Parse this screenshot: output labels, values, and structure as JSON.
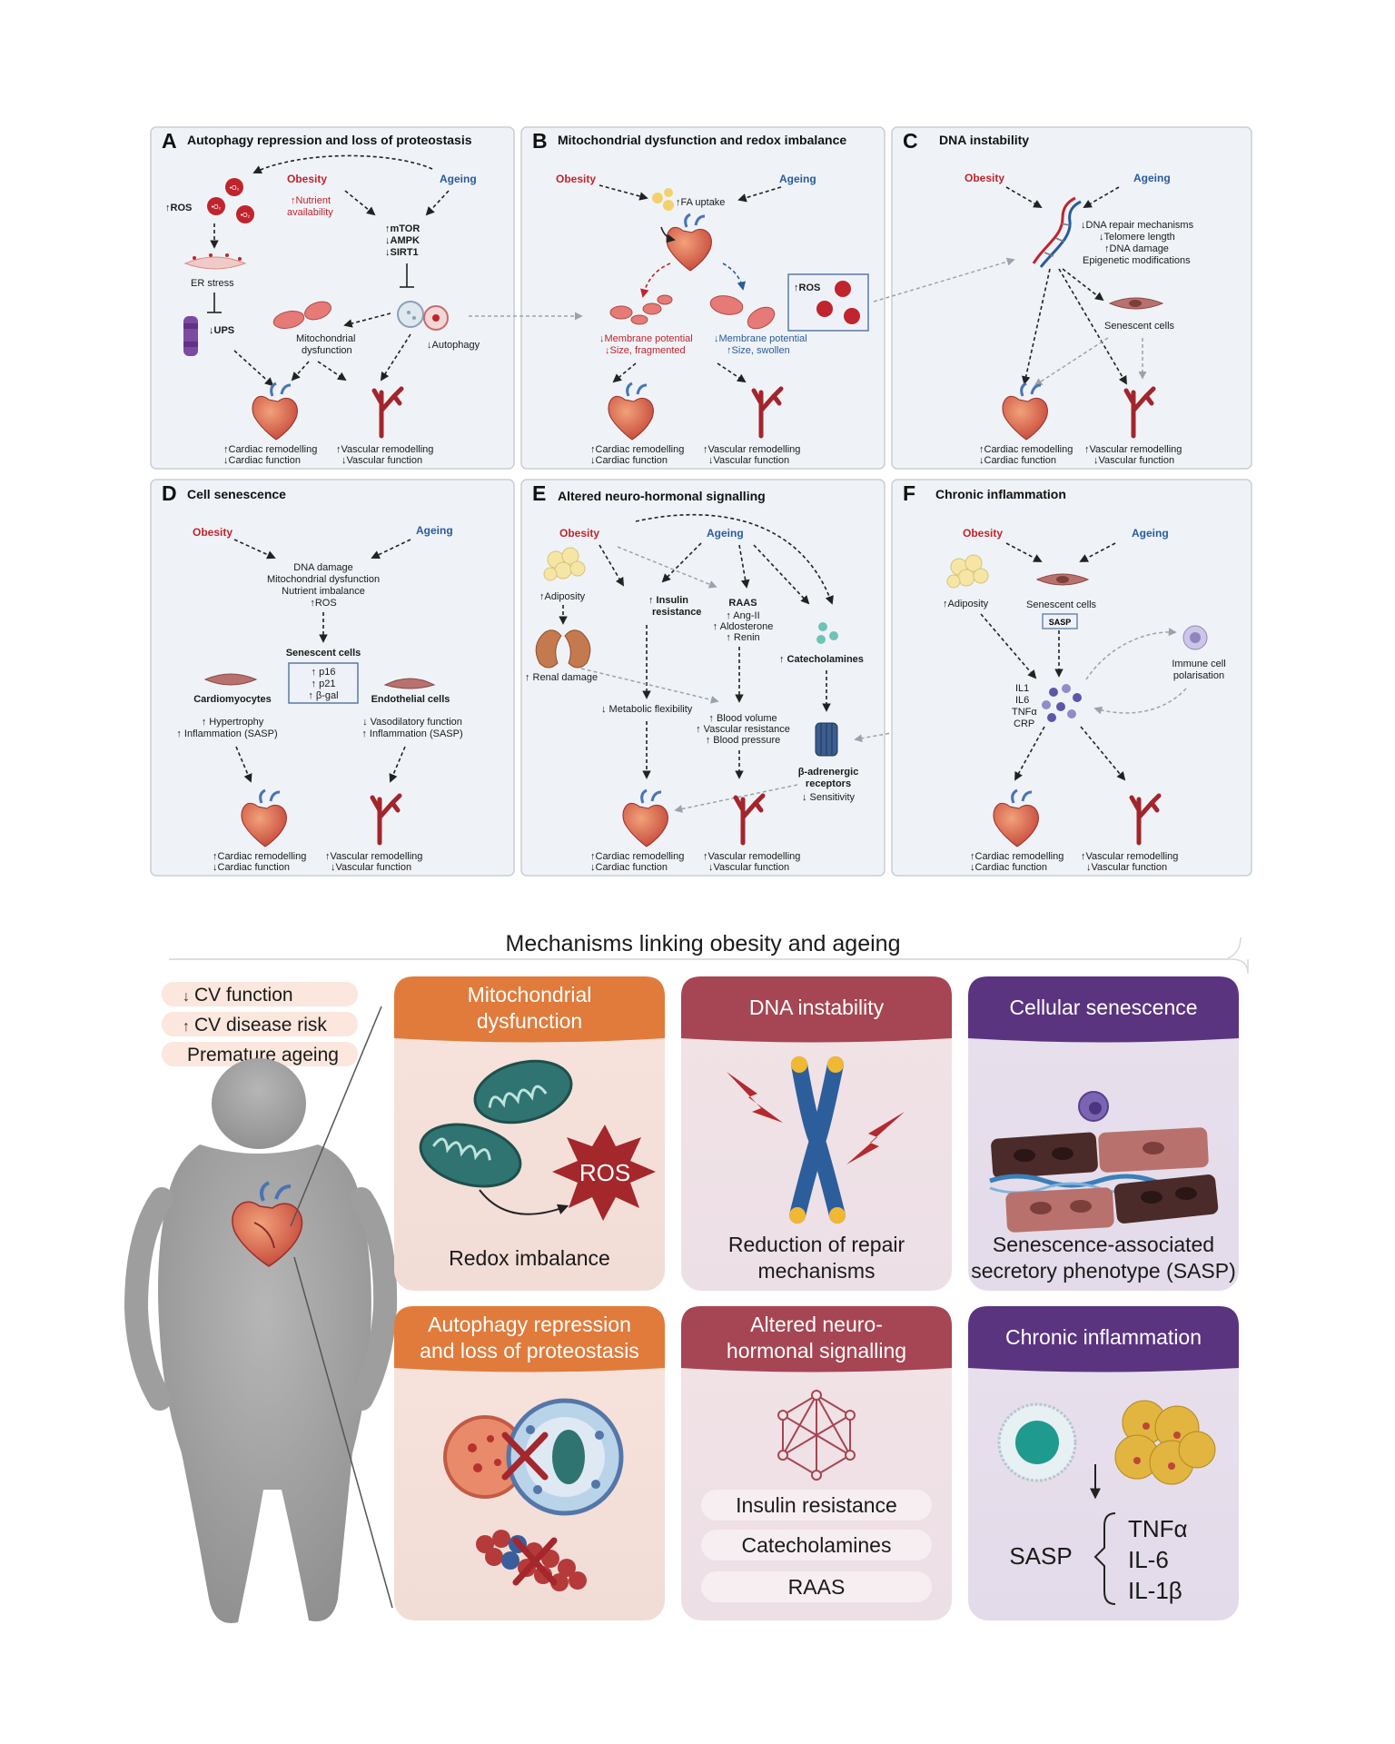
{
  "panels": {
    "A": {
      "letter": "A",
      "title": "Autophagy repression and loss of proteostasis",
      "obesity": "Obesity",
      "ageing": "Ageing",
      "ros": "↑ROS",
      "nutrient1": "↑Nutrient",
      "nutrient2": "availability",
      "mtor": "↑mTOR",
      "ampk": "↓AMPK",
      "sirt1": "↓SIRT1",
      "er_stress": "ER stress",
      "ups": "↓UPS",
      "mito1": "Mitochondrial",
      "mito2": "dysfunction",
      "autophagy": "↓Autophagy",
      "cardiac1": "↑Cardiac remodelling",
      "cardiac2": "↓Cardiac function",
      "vascular1": "↑Vascular remodelling",
      "vascular2": "↓Vascular function"
    },
    "B": {
      "letter": "B",
      "title": "Mitochondrial dysfunction and redox imbalance",
      "obesity": "Obesity",
      "ageing": "Ageing",
      "fa": "↑FA uptake",
      "ros": "↑ROS",
      "mp1a": "↓Membrane potential",
      "mp1b": "↓Size, fragmented",
      "mp2a": "↓Membrane potential",
      "mp2b": "↑Size, swollen",
      "cardiac1": "↑Cardiac remodelling",
      "cardiac2": "↓Cardiac function",
      "vascular1": "↑Vascular remodelling",
      "vascular2": "↓Vascular function"
    },
    "C": {
      "letter": "C",
      "title": "DNA instability",
      "obesity": "Obesity",
      "ageing": "Ageing",
      "dna1": "↓DNA repair mechanisms",
      "dna2": "↓Telomere length",
      "dna3": "↑DNA damage",
      "dna4": "Epigenetic modifications",
      "senescent": "Senescent cells",
      "cardiac1": "↑Cardiac remodelling",
      "cardiac2": "↓Cardiac function",
      "vascular1": "↑Vascular remodelling",
      "vascular2": "↓Vascular function"
    },
    "D": {
      "letter": "D",
      "title": "Cell senescence",
      "obesity": "Obesity",
      "ageing": "Ageing",
      "c1": "DNA damage",
      "c2": "Mitochondrial dysfunction",
      "c3": "Nutrient imbalance",
      "c4": "↑ROS",
      "senescent": "Senescent cells",
      "p16": "↑ p16",
      "p21": "↑ p21",
      "bgal": "↑ β-gal",
      "cardio": "Cardiomyocytes",
      "endo": "Endothelial cells",
      "l1": "↑ Hypertrophy",
      "l2": "↑ Inflammation (SASP)",
      "r1": "↓ Vasodilatory function",
      "r2": "↑ Inflammation (SASP)",
      "cardiac1": "↑Cardiac remodelling",
      "cardiac2": "↓Cardiac function",
      "vascular1": "↑Vascular remodelling",
      "vascular2": "↓Vascular function"
    },
    "E": {
      "letter": "E",
      "title": "Altered neuro-hormonal signalling",
      "obesity": "Obesity",
      "ageing": "Ageing",
      "adiposity": "↑Adiposity",
      "renal": "↑ Renal damage",
      "insulin1": "↑ Insulin",
      "insulin2": "resistance",
      "raas": "RAAS",
      "raas1": "↑ Ang-II",
      "raas2": "↑ Aldosterone",
      "raas3": "↑ Renin",
      "catechol": "↑ Catecholamines",
      "metabolic": "↓ Metabolic flexibility",
      "bv1": "↑ Blood volume",
      "bv2": "↑ Vascular resistance",
      "bv3": "↑ Blood pressure",
      "beta1": "β-adrenergic",
      "beta2": "receptors",
      "beta3": "↓ Sensitivity",
      "cardiac1": "↑Cardiac remodelling",
      "cardiac2": "↓Cardiac function",
      "vascular1": "↑Vascular remodelling",
      "vascular2": "↓Vascular function"
    },
    "F": {
      "letter": "F",
      "title": "Chronic inflammation",
      "obesity": "Obesity",
      "ageing": "Ageing",
      "adiposity": "↑Adiposity",
      "senescent": "Senescent cells",
      "sasp": "SASP",
      "il1": "IL1",
      "il6": "IL6",
      "tnf": "TNFα",
      "crp": "CRP",
      "immune1": "Immune cell",
      "immune2": "polarisation",
      "cardiac1": "↑Cardiac remodelling",
      "cardiac2": "↓Cardiac function",
      "vascular1": "↑Vascular remodelling",
      "vascular2": "↓Vascular function"
    }
  },
  "summary": {
    "title": "Mechanisms linking obesity and ageing",
    "tags": [
      "CV function",
      "CV disease risk",
      "Premature ageing"
    ],
    "tag_arrows": [
      "↓",
      "↑",
      ""
    ],
    "cards": {
      "mito": {
        "title1": "Mitochondrial",
        "title2": "dysfunction",
        "ros": "ROS",
        "caption1": "Redox imbalance"
      },
      "dna": {
        "title1": "DNA instability",
        "caption1": "Reduction of repair",
        "caption2": "mechanisms"
      },
      "sen": {
        "title1": "Cellular senescence",
        "caption1": "Senescence-associated",
        "caption2": "secretory phenotype (SASP)"
      },
      "auto": {
        "title1": "Autophagy repression",
        "title2": "and loss of proteostasis"
      },
      "neuro": {
        "title1": "Altered neuro-",
        "title2": "hormonal signalling",
        "pills": [
          "Insulin resistance",
          "Catecholamines",
          "RAAS"
        ]
      },
      "infl": {
        "title1": "Chronic inflammation",
        "sasp": "SASP",
        "cytokines": [
          "TNFα",
          "IL-6",
          "IL-1β"
        ]
      }
    }
  },
  "colors": {
    "orange": "#e07b3c",
    "maroon": "#a64553",
    "purple": "#5b3480",
    "panel_bg": "#eff3f7",
    "panel_border": "#c9ced5"
  }
}
